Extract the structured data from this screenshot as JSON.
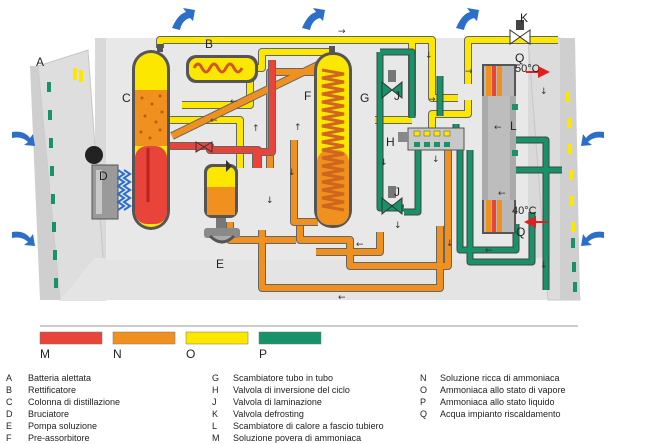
{
  "colors": {
    "solution_poor": "#e8443a",
    "solution_rich": "#f0901e",
    "vapor": "#fce700",
    "liquid": "#17926a",
    "panel": "#e9e9e9",
    "panel_edge": "#c9c9c9",
    "air_arrow": "#2b6fc9",
    "heat_arrow": "#e02020"
  },
  "component_labels": {
    "A": "A",
    "B": "B",
    "C": "C",
    "D": "D",
    "E": "E",
    "F": "F",
    "G": "G",
    "H": "H",
    "J1": "J",
    "J2": "J",
    "K": "K",
    "L": "L",
    "Q1": "Q",
    "Q2": "Q"
  },
  "temperatures": {
    "outlet": "50°C",
    "inlet": "40°C"
  },
  "swatches": [
    {
      "letter": "M",
      "color": "#e8443a"
    },
    {
      "letter": "N",
      "color": "#f0901e"
    },
    {
      "letter": "O",
      "color": "#fce700"
    },
    {
      "letter": "P",
      "color": "#17926a"
    }
  ],
  "legend_col1": [
    {
      "key": "A",
      "text": "Batteria alettata"
    },
    {
      "key": "B",
      "text": "Rettificatore"
    },
    {
      "key": "C",
      "text": "Colonna di distillazione"
    },
    {
      "key": "D",
      "text": "Bruciatore"
    },
    {
      "key": "E",
      "text": "Pompa soluzione"
    },
    {
      "key": "F",
      "text": "Pre-assorbitore"
    }
  ],
  "legend_col2": [
    {
      "key": "G",
      "text": "Scambiatore tubo in tubo"
    },
    {
      "key": "H",
      "text": "Valvola di inversione del ciclo"
    },
    {
      "key": "J",
      "text": "Valvola di laminazione"
    },
    {
      "key": "K",
      "text": "Valvola defrosting"
    },
    {
      "key": "L",
      "text": "Scambiatore di calore a fascio tubiero"
    },
    {
      "key": "M",
      "text": "Soluzione povera di ammoniaca"
    }
  ],
  "legend_col3": [
    {
      "key": "N",
      "text": "Soluzione ricca di ammoniaca"
    },
    {
      "key": "O",
      "text": "Ammoniaca allo stato di vapore"
    },
    {
      "key": "P",
      "text": "Ammoniaca allo stato liquido"
    },
    {
      "key": "Q",
      "text": "Acqua impianto riscaldamento"
    }
  ]
}
